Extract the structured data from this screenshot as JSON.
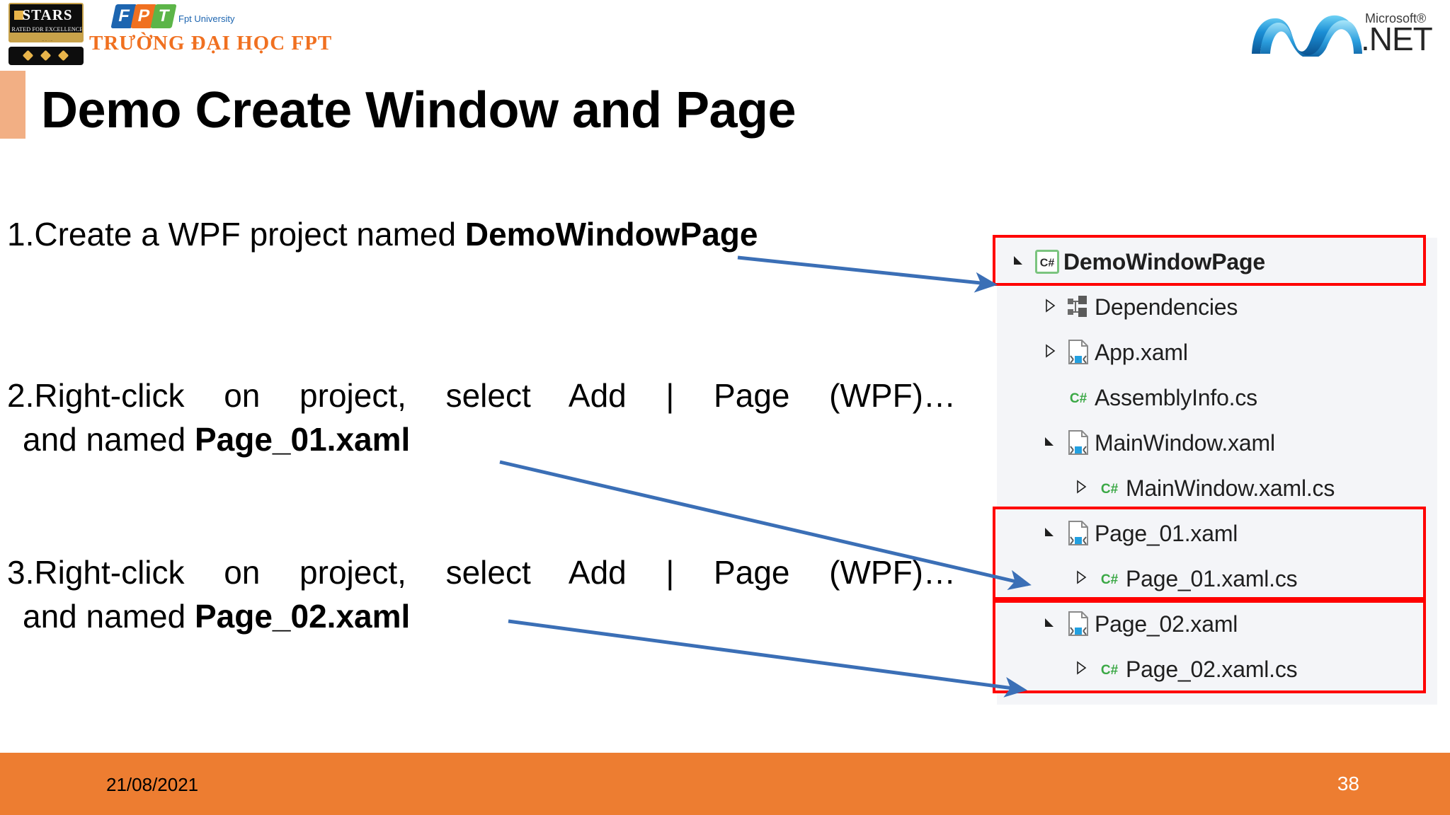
{
  "header": {
    "stars_badge": {
      "word": "STARS",
      "rated": "RATED FOR EXCELLENCE",
      "year": "2012"
    },
    "fpt": {
      "letters": [
        "F",
        "P",
        "T"
      ],
      "university": "Fpt University",
      "vietnamese": "TRƯỜNG ĐẠI HỌC FPT"
    },
    "dotnet": {
      "microsoft": "Microsoft®",
      "net": ".NET"
    }
  },
  "title": "Demo Create Window and Page",
  "steps": [
    {
      "number": "1.",
      "line1_pre": "Create a WPF project named ",
      "line1_bold": "DemoWindowPage",
      "line2_pre": "",
      "line2_bold": ""
    },
    {
      "number": "2.",
      "line1_pre": "Right-click on project, select Add | Page (WPF)…",
      "line1_bold": "",
      "line2_pre": "and named ",
      "line2_bold": "Page_01.xaml"
    },
    {
      "number": "3.",
      "line1_pre": "Right-click on project, select Add | Page (WPF)…",
      "line1_bold": "",
      "line2_pre": "and named ",
      "line2_bold": "Page_02.xaml"
    }
  ],
  "solution_tree": {
    "items": [
      {
        "label": "DemoWindowPage",
        "icon": "csharp-project-icon",
        "chevron": "expanded",
        "indent": 0,
        "bold": true,
        "highlighted": true
      },
      {
        "label": "Dependencies",
        "icon": "dependencies-icon",
        "chevron": "collapsed",
        "indent": 1,
        "bold": false,
        "highlighted": false
      },
      {
        "label": "App.xaml",
        "icon": "xaml-file-icon",
        "chevron": "collapsed",
        "indent": 1,
        "bold": false,
        "highlighted": false
      },
      {
        "label": "AssemblyInfo.cs",
        "icon": "csharp-file-icon",
        "chevron": "none",
        "indent": 1,
        "bold": false,
        "highlighted": false
      },
      {
        "label": "MainWindow.xaml",
        "icon": "xaml-file-icon",
        "chevron": "expanded",
        "indent": 1,
        "bold": false,
        "highlighted": false
      },
      {
        "label": "MainWindow.xaml.cs",
        "icon": "csharp-file-icon",
        "chevron": "collapsed",
        "indent": 2,
        "bold": false,
        "highlighted": false
      },
      {
        "label": "Page_01.xaml",
        "icon": "xaml-file-icon",
        "chevron": "expanded",
        "indent": 1,
        "bold": false,
        "highlighted": true
      },
      {
        "label": "Page_01.xaml.cs",
        "icon": "csharp-file-icon",
        "chevron": "collapsed",
        "indent": 2,
        "bold": false,
        "highlighted": true
      },
      {
        "label": "Page_02.xaml",
        "icon": "xaml-file-icon",
        "chevron": "expanded",
        "indent": 1,
        "bold": false,
        "highlighted": true
      },
      {
        "label": "Page_02.xaml.cs",
        "icon": "csharp-file-icon",
        "chevron": "collapsed",
        "indent": 2,
        "bold": false,
        "highlighted": true
      }
    ],
    "highlight_color": "#ff0000"
  },
  "arrows": {
    "color": "#3b6fb6",
    "count": 3
  },
  "footer": {
    "date": "21/08/2021",
    "page_number": "38",
    "background": "#ed7d31"
  },
  "colors": {
    "accent_bar": "#f2af84",
    "footer_orange": "#ed7d31",
    "arrow_blue": "#3b6fb6",
    "highlight_red": "#ff0000",
    "tree_bg": "#f4f5f8"
  }
}
